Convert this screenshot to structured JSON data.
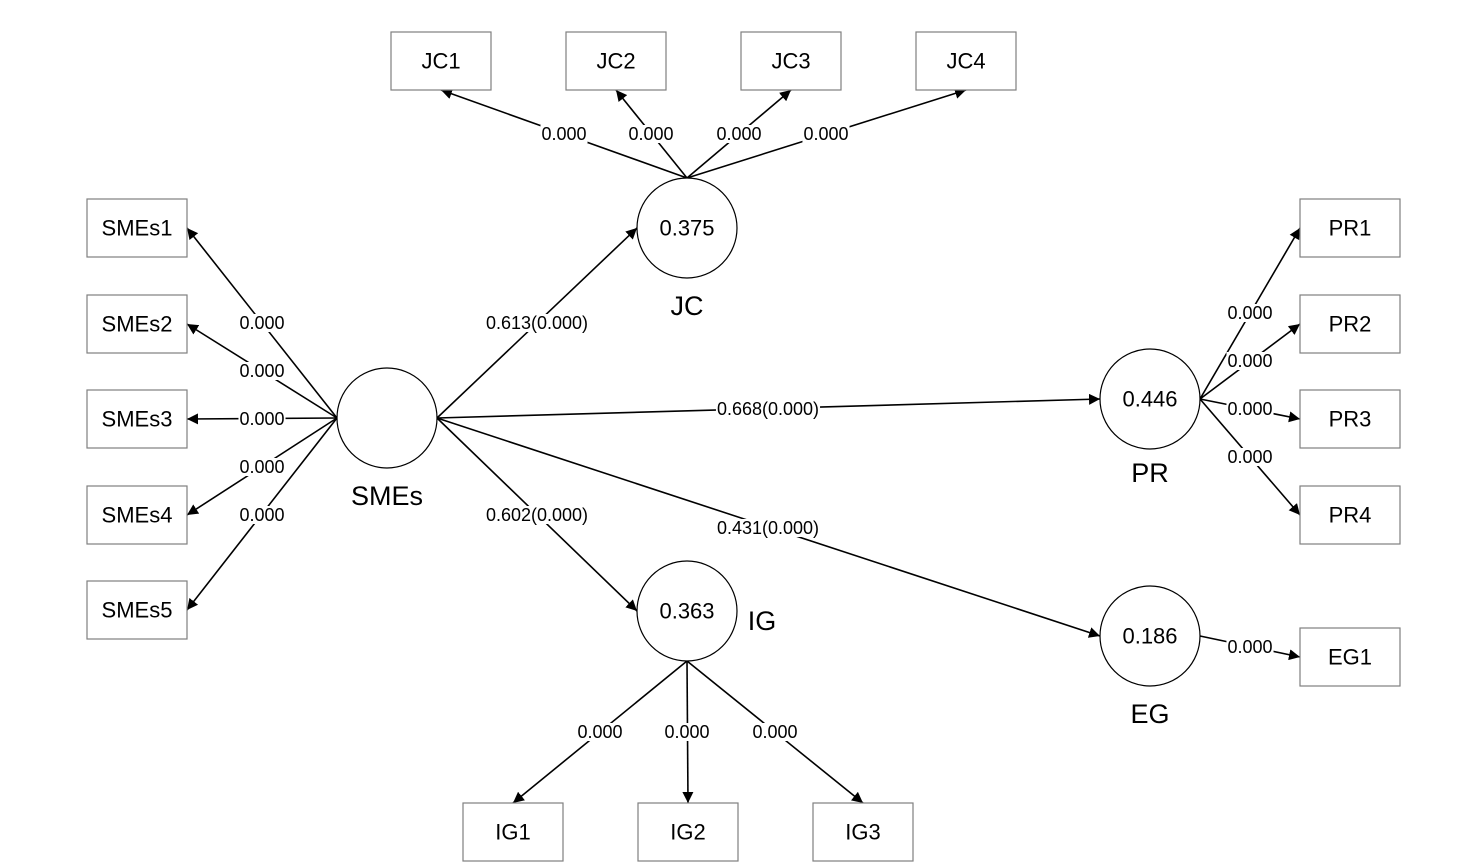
{
  "latents": [
    {
      "id": "SMEs",
      "label": "SMEs",
      "value": ""
    },
    {
      "id": "JC",
      "label": "JC",
      "value": "0.375"
    },
    {
      "id": "PR",
      "label": "PR",
      "value": "0.446"
    },
    {
      "id": "IG",
      "label": "IG",
      "value": "0.363"
    },
    {
      "id": "EG",
      "label": "EG",
      "value": "0.186"
    }
  ],
  "indicators": [
    {
      "id": "JC1",
      "label": "JC1"
    },
    {
      "id": "JC2",
      "label": "JC2"
    },
    {
      "id": "JC3",
      "label": "JC3"
    },
    {
      "id": "JC4",
      "label": "JC4"
    },
    {
      "id": "SMEs1",
      "label": "SMEs1"
    },
    {
      "id": "SMEs2",
      "label": "SMEs2"
    },
    {
      "id": "SMEs3",
      "label": "SMEs3"
    },
    {
      "id": "SMEs4",
      "label": "SMEs4"
    },
    {
      "id": "SMEs5",
      "label": "SMEs5"
    },
    {
      "id": "PR1",
      "label": "PR1"
    },
    {
      "id": "PR2",
      "label": "PR2"
    },
    {
      "id": "PR3",
      "label": "PR3"
    },
    {
      "id": "PR4",
      "label": "PR4"
    },
    {
      "id": "EG1",
      "label": "EG1"
    },
    {
      "id": "IG1",
      "label": "IG1"
    },
    {
      "id": "IG2",
      "label": "IG2"
    },
    {
      "id": "IG3",
      "label": "IG3"
    }
  ],
  "paths": [
    {
      "from": "SMEs",
      "to": "JC",
      "label": "0.613(0.000)"
    },
    {
      "from": "SMEs",
      "to": "PR",
      "label": "0.668(0.000)"
    },
    {
      "from": "SMEs",
      "to": "IG",
      "label": "0.602(0.000)"
    },
    {
      "from": "SMEs",
      "to": "EG",
      "label": "0.431(0.000)"
    }
  ],
  "loadings": [
    {
      "from": "JC",
      "to": "JC1",
      "label": "0.000"
    },
    {
      "from": "JC",
      "to": "JC2",
      "label": "0.000"
    },
    {
      "from": "JC",
      "to": "JC3",
      "label": "0.000"
    },
    {
      "from": "JC",
      "to": "JC4",
      "label": "0.000"
    },
    {
      "from": "SMEs",
      "to": "SMEs1",
      "label": "0.000"
    },
    {
      "from": "SMEs",
      "to": "SMEs2",
      "label": "0.000"
    },
    {
      "from": "SMEs",
      "to": "SMEs3",
      "label": "0.000"
    },
    {
      "from": "SMEs",
      "to": "SMEs4",
      "label": "0.000"
    },
    {
      "from": "SMEs",
      "to": "SMEs5",
      "label": "0.000"
    },
    {
      "from": "PR",
      "to": "PR1",
      "label": "0.000"
    },
    {
      "from": "PR",
      "to": "PR2",
      "label": "0.000"
    },
    {
      "from": "PR",
      "to": "PR3",
      "label": "0.000"
    },
    {
      "from": "PR",
      "to": "PR4",
      "label": "0.000"
    },
    {
      "from": "EG",
      "to": "EG1",
      "label": "0.000"
    },
    {
      "from": "IG",
      "to": "IG1",
      "label": "0.000"
    },
    {
      "from": "IG",
      "to": "IG2",
      "label": "0.000"
    },
    {
      "from": "IG",
      "to": "IG3",
      "label": "0.000"
    }
  ]
}
